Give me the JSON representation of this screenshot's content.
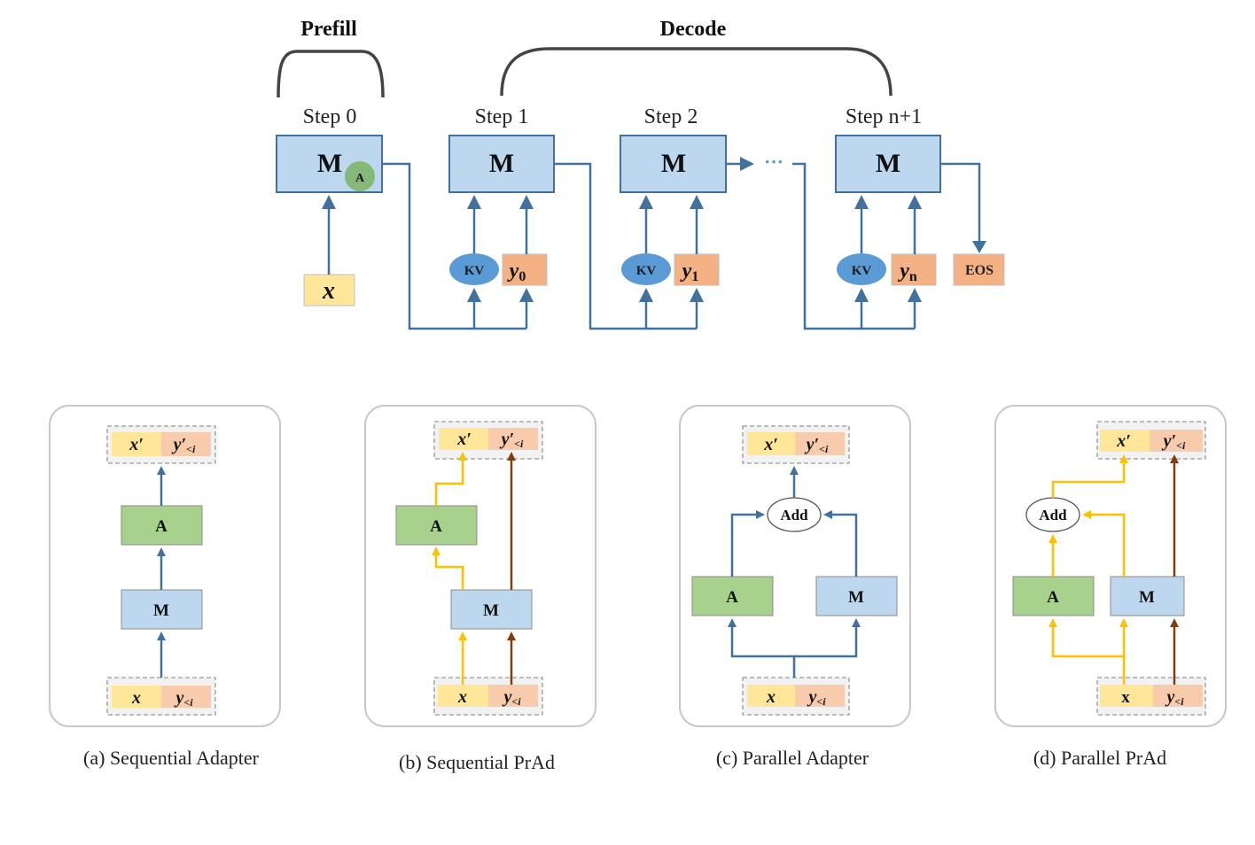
{
  "top": {
    "prefill_label": "Prefill",
    "decode_label": "Decode",
    "steps": [
      {
        "label": "Step 0",
        "model": "M",
        "adapter": "A",
        "input": "x"
      },
      {
        "label": "Step 1",
        "model": "M",
        "kv": "KV",
        "token": "y",
        "token_sub": "0"
      },
      {
        "label": "Step 2",
        "model": "M",
        "kv": "KV",
        "token": "y",
        "token_sub": "1"
      },
      {
        "label": "Step n+1",
        "model": "M",
        "kv": "KV",
        "token": "y",
        "token_sub": "n"
      }
    ],
    "ellipsis": "···",
    "eos": "EOS"
  },
  "panels": [
    {
      "caption": "(a) Sequential Adapter",
      "out_x": "x′",
      "out_y": "y′",
      "out_sub": "<i",
      "in_x": "x",
      "in_y": "y",
      "in_sub": "<i",
      "adapter": "A",
      "model": "M"
    },
    {
      "caption": "(b) Sequential PrAd",
      "out_x": "x′",
      "out_y": "y′",
      "out_sub": "<i",
      "in_x": "x",
      "in_y": "y",
      "in_sub": "<i",
      "adapter": "A",
      "model": "M"
    },
    {
      "caption": "(c) Parallel Adapter",
      "out_x": "x′",
      "out_y": "y′",
      "out_sub": "<i",
      "in_x": "x",
      "in_y": "y",
      "in_sub": "<i",
      "adapter": "A",
      "model": "M",
      "add": "Add"
    },
    {
      "caption": "(d) Parallel PrAd",
      "out_x": "x′",
      "out_y": "y′",
      "out_sub": "<i",
      "in_x": "x",
      "in_y": "y",
      "in_sub": "<i",
      "adapter": "A",
      "model": "M",
      "add": "Add"
    }
  ],
  "colors": {
    "model_fill": "#bdd7ee",
    "model_stroke": "#41719c",
    "adapter_fill": "#a9d18e",
    "arrow_blue": "#41719c",
    "arrow_yellow": "#ffc000",
    "arrow_brown": "#843c0c",
    "token_fill": "#f4b183",
    "input_fill": "#ffe699",
    "kv_fill": "#5b9bd5"
  }
}
